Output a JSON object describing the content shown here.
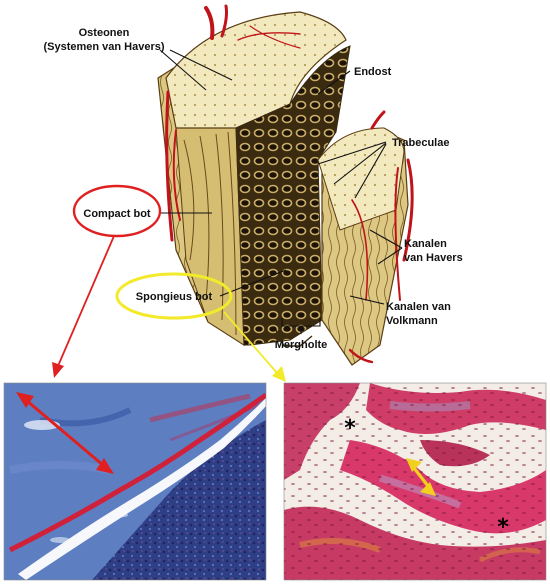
{
  "labels": {
    "osteonen_line1": "Osteonen",
    "osteonen_line2": "(Systemen van Havers)",
    "endost": "Endost",
    "trabeculae": "Trabeculae",
    "compact_bot": "Compact bot",
    "spongieus_bot": "Spongieus bot",
    "kanalen_havers_line1": "Kanalen",
    "kanalen_havers_line2": "van Havers",
    "kanalen_volkmann_line1": "Kanalen van",
    "kanalen_volkmann_line2": "Volkmann",
    "mergholte": "Mergholte",
    "asterisk_1": "*",
    "asterisk_2": "*"
  },
  "colors": {
    "compact_ellipse": "#e02020",
    "spongieus_ellipse": "#f2ea2a",
    "red_arrow": "#e02020",
    "yellow_arrow": "#f2d020",
    "bone_light": "#f1e6b8",
    "bone_mid": "#d9c27a",
    "bone_dark": "#6b4a1a",
    "vessel_red": "#c0141a",
    "histo_blue": "#4d6fb8",
    "histo_pink": "#d93a6a"
  }
}
